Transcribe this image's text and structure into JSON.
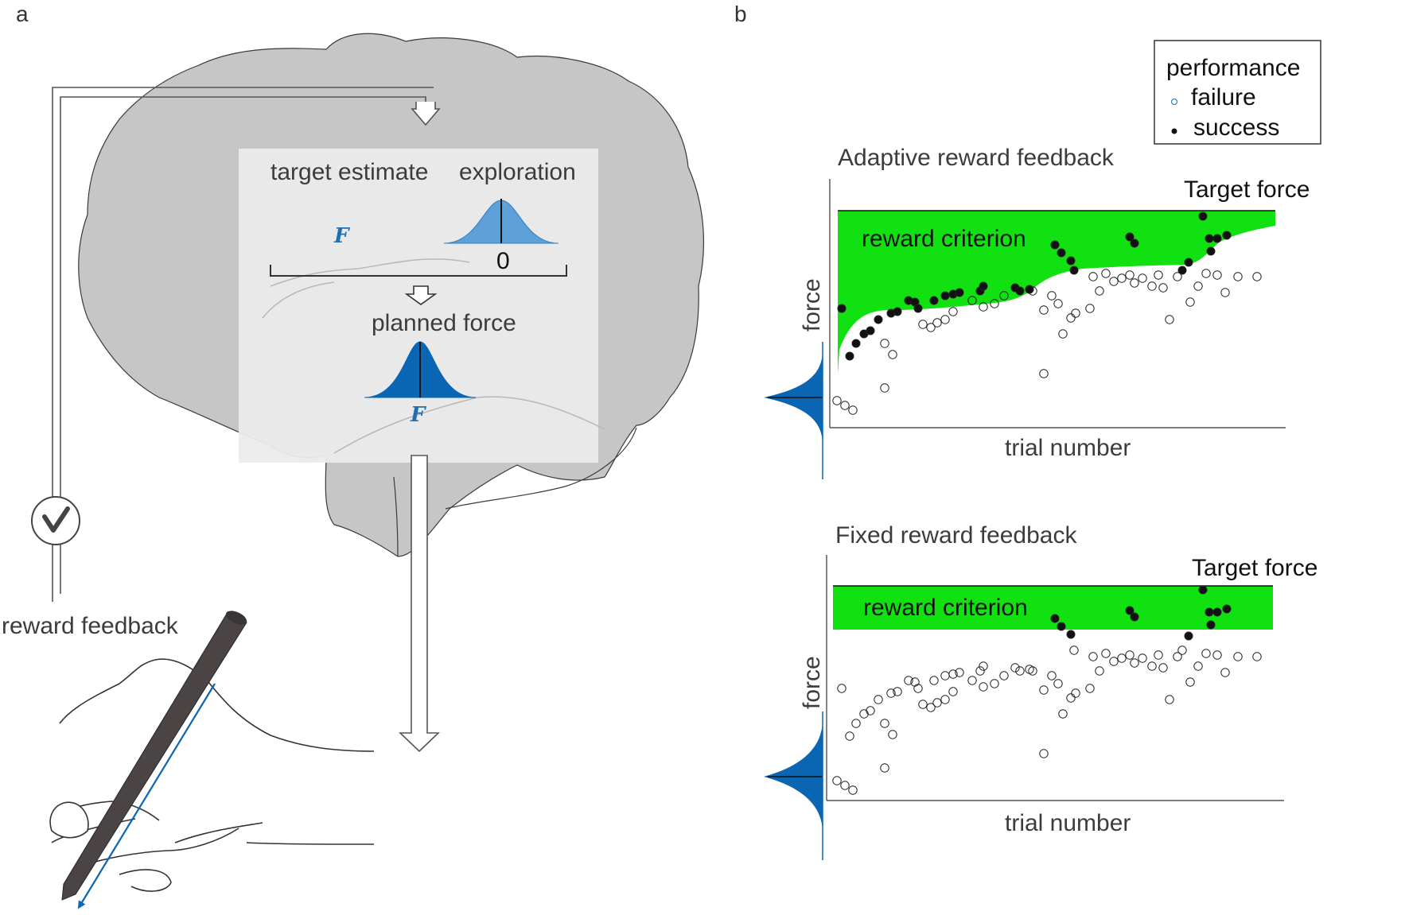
{
  "panel_a": {
    "letter": "a",
    "target_estimate": "target estimate",
    "exploration": "exploration",
    "zero": "0",
    "F_top": "F",
    "planned_force": "planned force",
    "F_bottom": "F",
    "reward_feedback": "reward feedback",
    "checkmark_icon": "checkmark-icon"
  },
  "panel_b": {
    "letter": "b",
    "legend": {
      "title": "performance",
      "failure": "failure",
      "success": "success"
    },
    "adaptive": {
      "title": "Adaptive reward feedback",
      "target_force": "Target force",
      "criterion": "reward criterion",
      "ylabel": "force",
      "xlabel": "trial number"
    },
    "fixed": {
      "title": "Fixed reward feedback",
      "target_force": "Target force",
      "criterion": "reward criterion",
      "ylabel": "force",
      "xlabel": "trial number"
    }
  },
  "colors": {
    "brain": "#c8c8c8",
    "box": "#ebebeb",
    "criterion_green": "#11e011",
    "distribution_blue": "#0a66b2",
    "exploration_blue": "#5da1d8",
    "pen": "#4a4444"
  }
}
